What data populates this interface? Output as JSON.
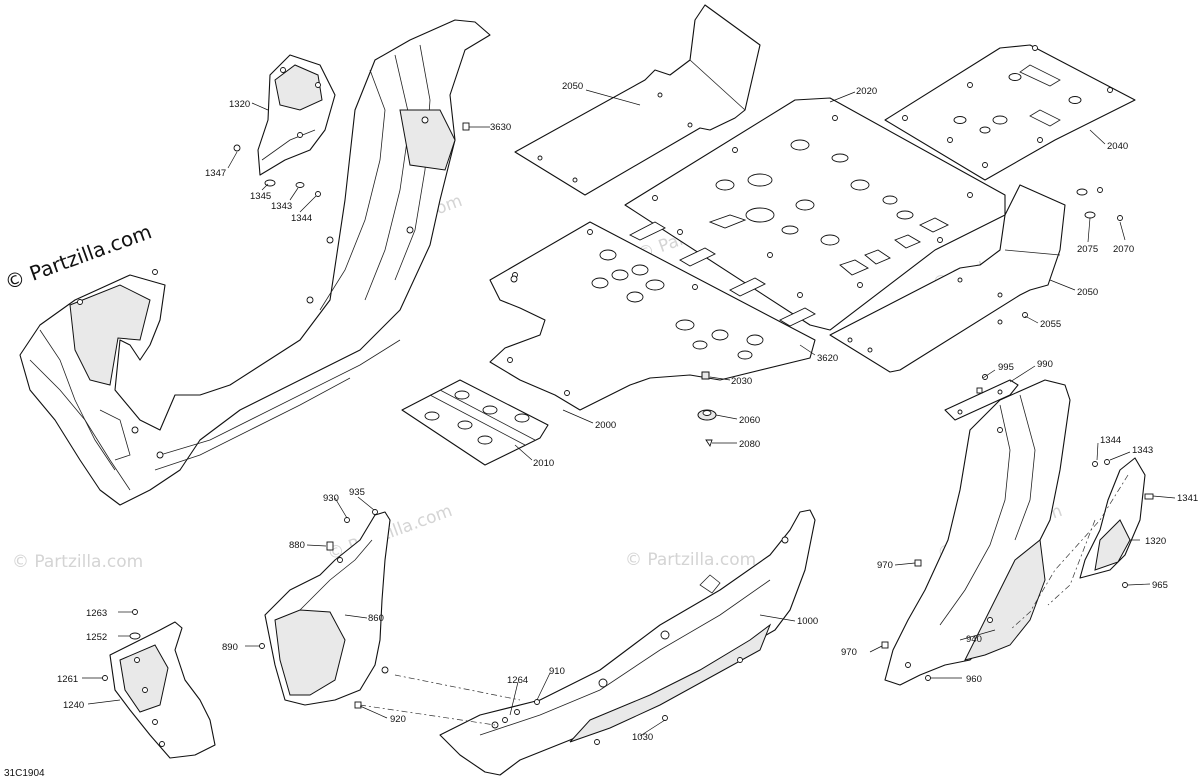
{
  "watermark": {
    "brand": "© Partzilla.com",
    "faint": "© Partzilla.com"
  },
  "diagram_code": "31C1904",
  "callouts": {
    "c1320a": "1320",
    "c1347": "1347",
    "c1345": "1345",
    "c1343a": "1343",
    "c1344a": "1344",
    "c3630": "3630",
    "c2050a": "2050",
    "c2020": "2020",
    "c2040": "2040",
    "c2075": "2075",
    "c2070": "2070",
    "c2050b": "2050",
    "c2055": "2055",
    "c3620": "3620",
    "c2030": "2030",
    "c2060": "2060",
    "c2080": "2080",
    "c2000": "2000",
    "c2010": "2010",
    "c995": "995",
    "c990": "990",
    "c1344b": "1344",
    "c1343b": "1343",
    "c1341": "1341",
    "c1320b": "1320",
    "c965": "965",
    "c970a": "970",
    "c970b": "970",
    "c940": "940",
    "c960": "960",
    "c930": "930",
    "c935": "935",
    "c880": "880",
    "c860": "860",
    "c890": "890",
    "c920": "920",
    "c1000": "1000",
    "c910": "910",
    "c1264": "1264",
    "c1030": "1030",
    "c1263": "1263",
    "c1252": "1252",
    "c1261": "1261",
    "c1240": "1240"
  }
}
